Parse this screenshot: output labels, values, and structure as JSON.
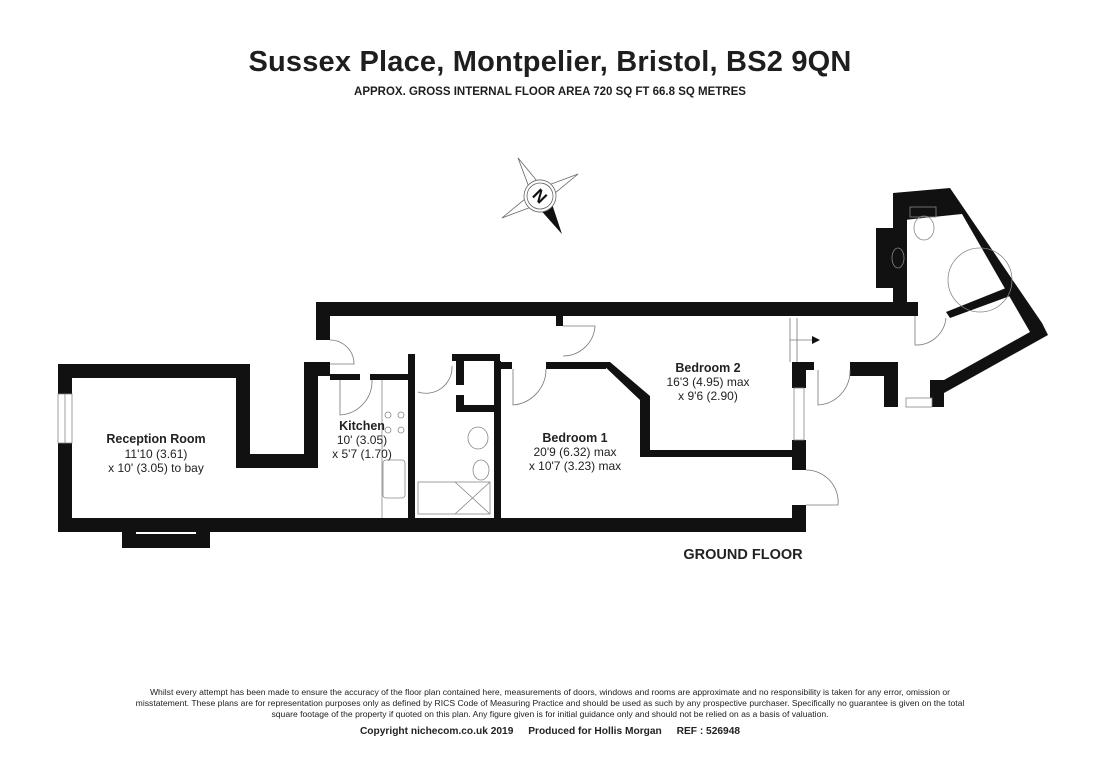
{
  "header": {
    "title": "Sussex Place, Montpelier, Bristol, BS2 9QN",
    "subtitle": "APPROX. GROSS INTERNAL FLOOR AREA 720 SQ FT 66.8 SQ METRES"
  },
  "compass": {
    "label": "N",
    "icon": "compass-rose-icon"
  },
  "floor": {
    "label": "GROUND FLOOR"
  },
  "rooms": [
    {
      "name": "Reception Room",
      "dim1": "11'10 (3.61)",
      "dim2": "x 10' (3.05) to bay"
    },
    {
      "name": "Kitchen",
      "dim1": "10' (3.05)",
      "dim2": "x 5'7 (1.70)"
    },
    {
      "name": "Bedroom 1",
      "dim1": "20'9 (6.32) max",
      "dim2": "x 10'7 (3.23) max"
    },
    {
      "name": "Bedroom 2",
      "dim1": "16'3 (4.95) max",
      "dim2": "x 9'6 (2.90)"
    }
  ],
  "footer": {
    "disclaimer": "Whilst every attempt has been made to ensure the accuracy of the floor plan contained here, measurements of doors, windows and rooms are approximate and no responsibility is taken for any error, omission or misstatement. These plans are for representation purposes only as defined by RICS Code of Measuring Practice and should be used as such by any prospective purchaser. Specifically no guarantee is given on the total square footage of the property if quoted on this plan. Any figure given is for initial guidance only and should not be relied on as a basis of valuation.",
    "copyright": "Copyright nichecom.co.uk 2019",
    "produced_for": "Produced for Hollis Morgan",
    "ref": "REF : 526948"
  },
  "colors": {
    "wall": "#111111",
    "fixture_line": "#888888",
    "background": "#ffffff"
  }
}
